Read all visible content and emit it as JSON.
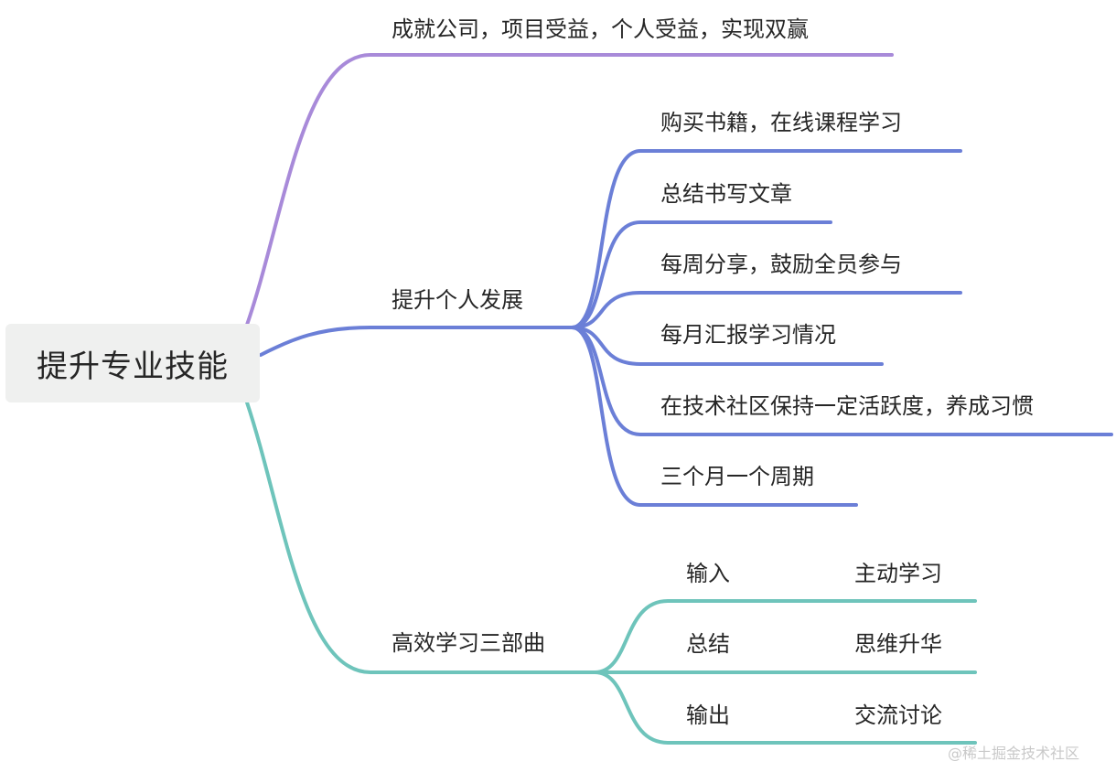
{
  "mindmap": {
    "root": "提升专业技能",
    "branches": [
      {
        "label": "成就公司，项目受益，个人受益，实现双赢",
        "color": "#a88ad9",
        "children": []
      },
      {
        "label": "提升个人发展",
        "color": "#6b7fd7",
        "children": [
          "购买书籍，在线课程学习",
          "总结书写文章",
          "每周分享，鼓励全员参与",
          "每月汇报学习情况",
          "在技术社区保持一定活跃度，养成习惯",
          "三个月一个周期"
        ]
      },
      {
        "label": "高效学习三部曲",
        "color": "#6ec4bb",
        "children": [
          {
            "label": "输入",
            "detail": "主动学习"
          },
          {
            "label": "总结",
            "detail": "思维升华"
          },
          {
            "label": "输出",
            "detail": "交流讨论"
          }
        ]
      }
    ]
  },
  "watermark": "@稀土掘金技术社区"
}
